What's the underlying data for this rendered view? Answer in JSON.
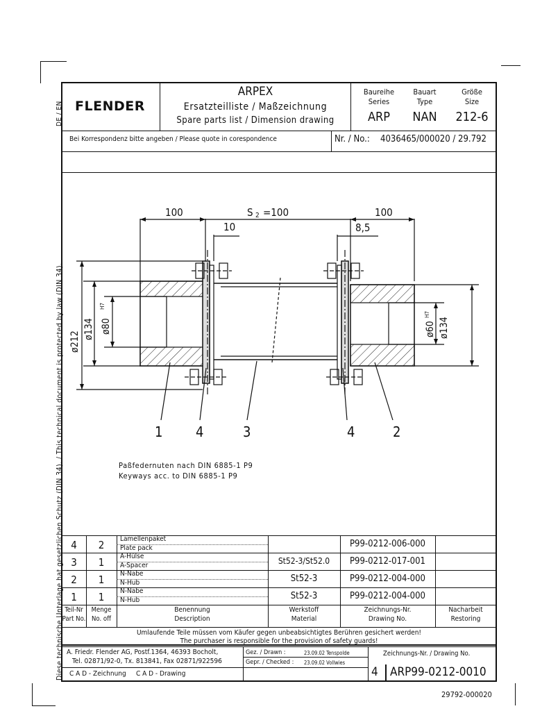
{
  "lang_tag": "DE / EN",
  "legal_notice": "Diese technische Unterlage hat gesetzlichen Schutz (DIN 34). / This technical document is protected by law (DIN 34).",
  "header": {
    "logo": "FLENDER",
    "product": "ARPEX",
    "title_de": "Ersatzteilliste / Maßzeichnung",
    "title_en": "Spare parts list / Dimension drawing",
    "series_label_de": "Baureihe",
    "series_label_en": "Series",
    "series_value": "ARP",
    "type_label_de": "Bauart",
    "type_label_en": "Type",
    "type_value": "NAN",
    "size_label_de": "Größe",
    "size_label_en": "Size",
    "size_value": "212-6",
    "correspondence": "Bei Korrespondenz bitte angeben / Please quote in corespondence",
    "number_label": "Nr. / No.:",
    "number_value": "4036465/000020 / 29.792"
  },
  "drawing": {
    "dim_left": "100",
    "dim_mid": "S",
    "dim_mid_sub": "2",
    "dim_mid_val": "=100",
    "dim_right": "100",
    "dim_10": "10",
    "dim_85": "8,5",
    "dia_212": "ø212",
    "dia_134_left": "ø134",
    "dia_80": "ø80",
    "dia_80_tol": "H7",
    "dia_60": "ø60",
    "dia_60_tol": "H7",
    "dia_134_right": "ø134",
    "callouts": [
      "1",
      "4",
      "3",
      "4",
      "2"
    ],
    "note_de": "Paßfedernuten nach DIN 6885-1 P9",
    "note_en": "Keyways acc. to DIN 6885-1 P9"
  },
  "parts": {
    "rows": [
      {
        "no": "4",
        "qty": "2",
        "name_de": "Lamellenpaket",
        "name_en": "Plate pack",
        "material": "",
        "drawing_no": "P99-0212-006-000",
        "rework": ""
      },
      {
        "no": "3",
        "qty": "1",
        "name_de": "A-Hülse",
        "name_en": "A-Spacer",
        "material": "St52-3/St52.0",
        "drawing_no": "P99-0212-017-001",
        "rework": ""
      },
      {
        "no": "2",
        "qty": "1",
        "name_de": "N-Nabe",
        "name_en": "N-Hub",
        "material": "St52-3",
        "drawing_no": "P99-0212-004-000",
        "rework": ""
      },
      {
        "no": "1",
        "qty": "1",
        "name_de": "N-Nabe",
        "name_en": "N-Hub",
        "material": "St52-3",
        "drawing_no": "P99-0212-004-000",
        "rework": ""
      }
    ],
    "head": {
      "no_de": "Teil-Nr",
      "no_en": "Part No.",
      "qty_de": "Menge",
      "qty_en": "No. off",
      "name_de": "Benennung",
      "name_en": "Description",
      "mat_de": "Werkstoff",
      "mat_en": "Material",
      "dwg_de": "Zeichnungs-Nr.",
      "dwg_en": "Drawing No.",
      "rework_de": "Nacharbeit",
      "rework_en": "Restoring"
    }
  },
  "footer": {
    "warning_de": "Umlaufende Teile müssen vom Käufer gegen unbeabsichtigtes Berühren gesichert werden!",
    "warning_en": "The purchaser is responsible for the provision of safety guards!",
    "company_1": "A. Friedr. Flender AG, Postf.1364, 46393 Bocholt,",
    "company_2": "Tel. 02871/92-0, Tx. 813841, Fax 02871/922596",
    "cad": "C A D - Zeichnung     C A D - Drawing",
    "drawn_label": "Gez. / Drawn :",
    "drawn_value": "23.09.02 Tenspolde",
    "checked_label": "Gepr. / Checked :",
    "checked_value": "23.09.02 Vollwies",
    "dwgno_label": "Zeichnungs-Nr. / Drawing No.",
    "sheet": "4",
    "dwgno_value": "ARP99-0212-0010"
  },
  "page_ref": "29792-000020"
}
